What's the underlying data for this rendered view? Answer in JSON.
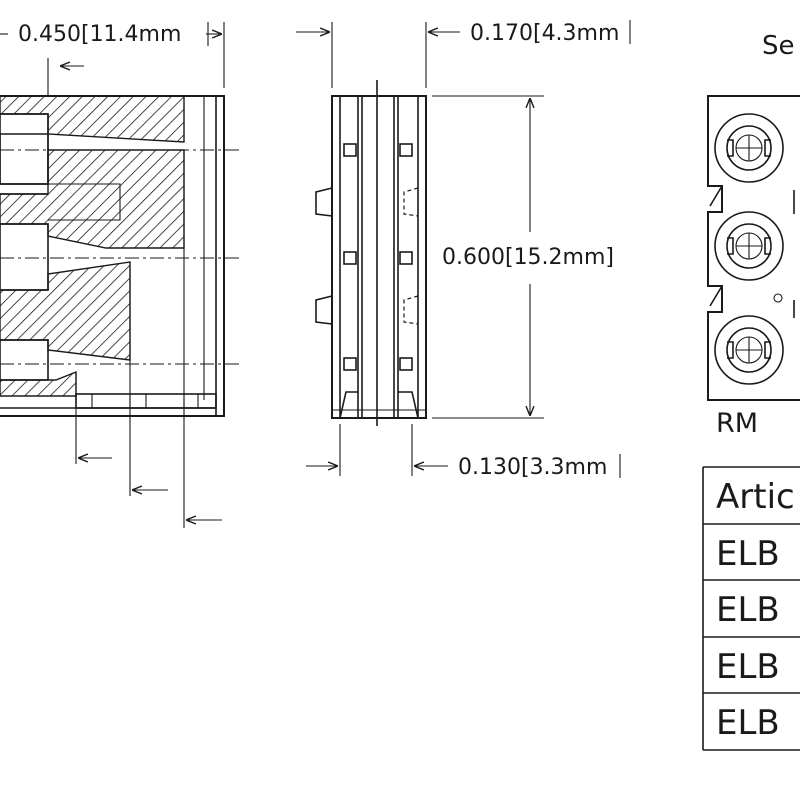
{
  "dimensions": {
    "width_total": "0.450[11.4mm",
    "side_width": "0.170[4.3mm",
    "height": "0.600[15.2mm]",
    "bottom_offset": "0.130[3.3mm"
  },
  "views": {
    "section_label": "Se",
    "rm_label": "RM"
  },
  "table": {
    "header": "Artic",
    "rows": [
      "ELB",
      "ELB",
      "ELB",
      "ELB"
    ]
  }
}
